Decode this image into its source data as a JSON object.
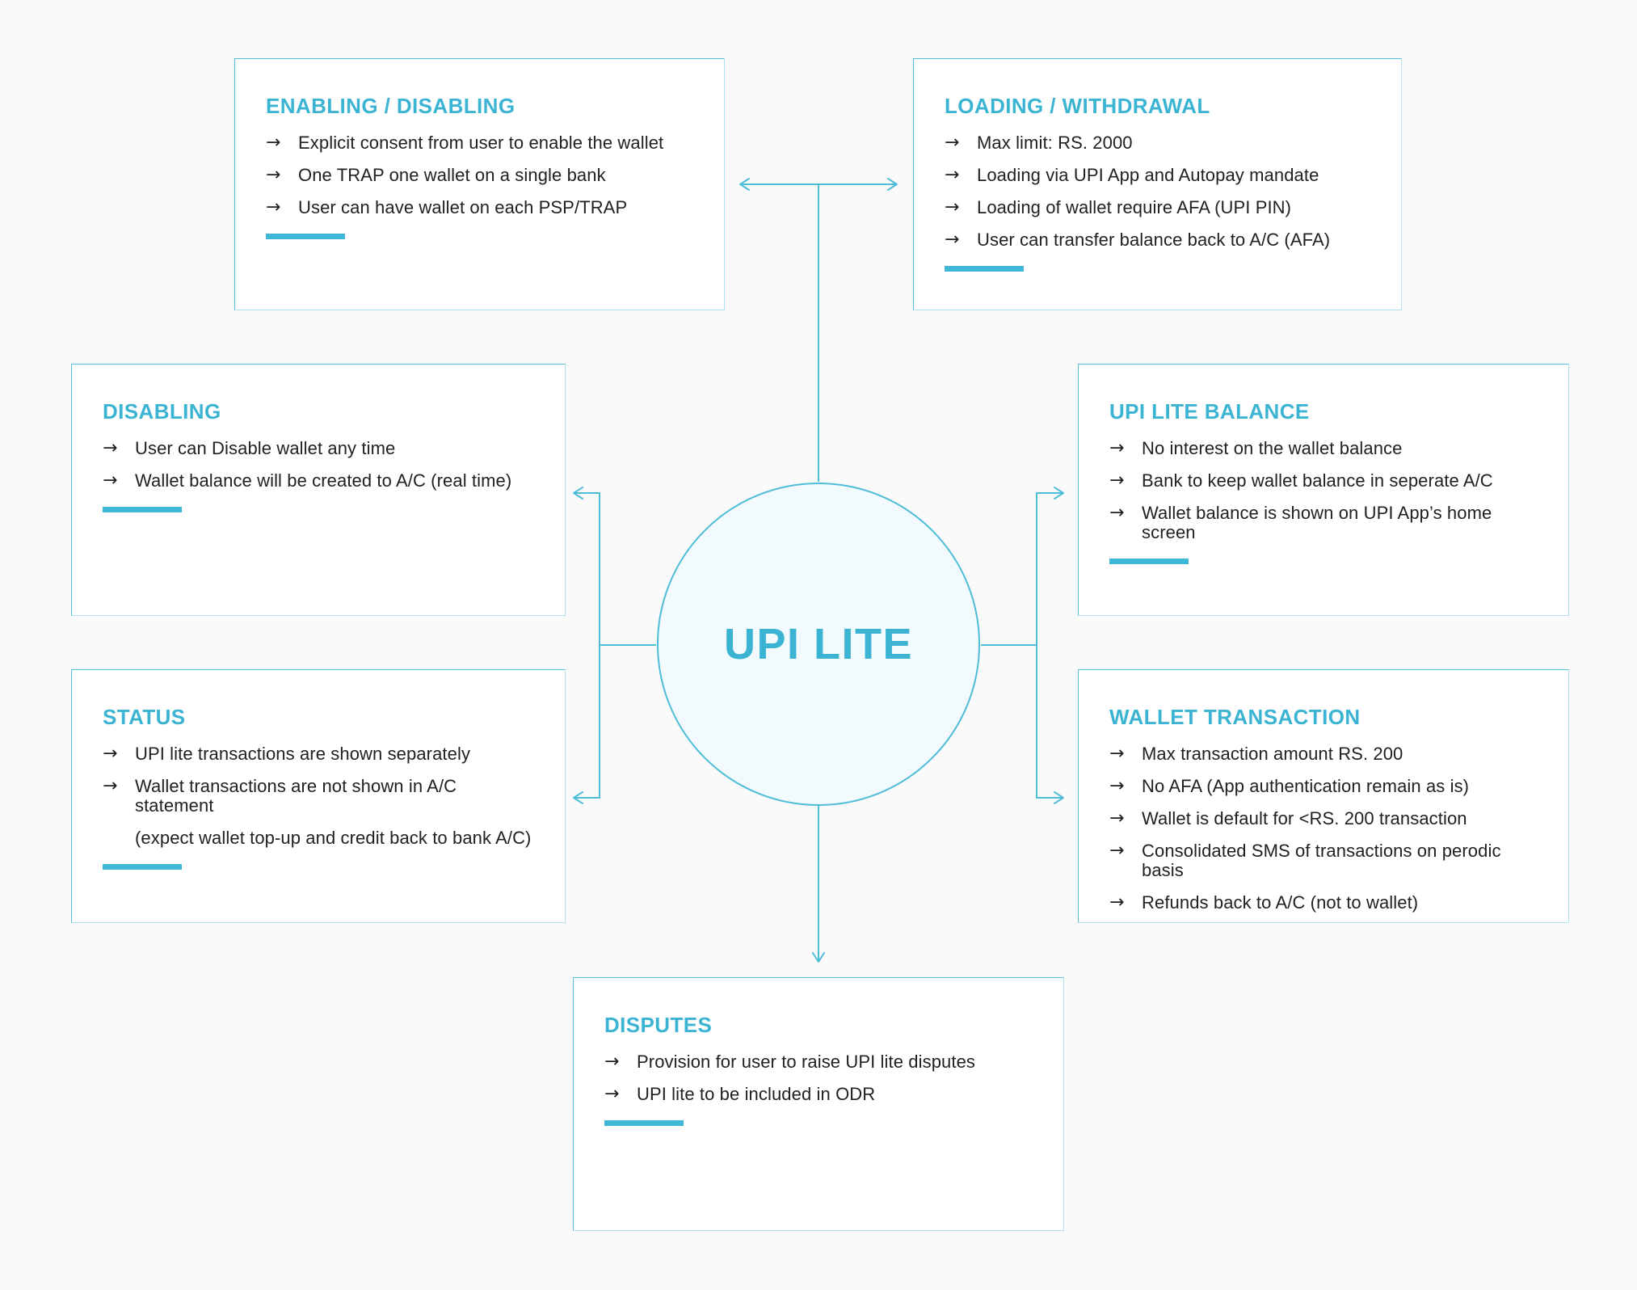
{
  "page": {
    "title": "UPI LITE concept map",
    "background": "#FAFAFA"
  },
  "colors": {
    "accent": "#3BB4D3",
    "wire": "#4FBCD8",
    "bar": "#3FB7D7",
    "body_text": "#202125",
    "card_background": "#FFFFFF",
    "circle_fill": "#F2FAFD"
  },
  "icons": {
    "bullet_glyph": "→"
  },
  "center": {
    "label": "UPI LITE"
  },
  "boxes": [
    {
      "id": "enabling-disabling",
      "title": "ENABLING / DISABLING",
      "underline": true,
      "items": [
        {
          "t": "Explicit consent from user to enable the wallet"
        },
        {
          "t": "One TRAP one wallet on a single bank"
        },
        {
          "t": "User can have wallet on each PSP/TRAP"
        }
      ]
    },
    {
      "id": "loading-withdrawal",
      "title": "LOADING / WITHDRAWAL",
      "underline": true,
      "items": [
        {
          "t": "Max limit: RS. 2000"
        },
        {
          "t": "Loading via UPI App and Autopay mandate"
        },
        {
          "t": "Loading of wallet require AFA (UPI PIN)"
        },
        {
          "t": "User can transfer balance back to A/C (AFA)"
        }
      ]
    },
    {
      "id": "disabling",
      "title": "DISABLING",
      "underline": true,
      "items": [
        {
          "t": "User can Disable wallet any time"
        },
        {
          "t": "Wallet balance will be created to A/C (real time)"
        }
      ]
    },
    {
      "id": "upi-lite-balance",
      "title": "UPI LITE BALANCE",
      "underline": true,
      "items": [
        {
          "t": "No interest on the wallet balance"
        },
        {
          "t": "Bank to keep wallet balance in seperate A/C"
        },
        {
          "t": "Wallet balance is shown on UPI App’s home screen"
        }
      ]
    },
    {
      "id": "status",
      "title": "STATUS",
      "underline": true,
      "items": [
        {
          "t": "UPI lite transactions are shown separately"
        },
        {
          "t": "Wallet transactions are not shown in A/C statement"
        },
        {
          "t": "(expect wallet top-up and credit back to bank A/C)",
          "cont": true
        }
      ]
    },
    {
      "id": "wallet-transaction",
      "title": "WALLET TRANSACTION",
      "underline": false,
      "items": [
        {
          "t": "Max transaction amount RS. 200"
        },
        {
          "t": "No AFA (App authentication remain as is)"
        },
        {
          "t": "Wallet is default for <RS. 200 transaction"
        },
        {
          "t": "Consolidated SMS of transactions on perodic basis"
        },
        {
          "t": "Refunds back to A/C (not to wallet)"
        }
      ]
    },
    {
      "id": "disputes",
      "title": "DISPUTES",
      "underline": true,
      "items": [
        {
          "t": "Provision for user to raise UPI lite disputes"
        },
        {
          "t": "UPI lite to be included in ODR"
        }
      ]
    }
  ]
}
